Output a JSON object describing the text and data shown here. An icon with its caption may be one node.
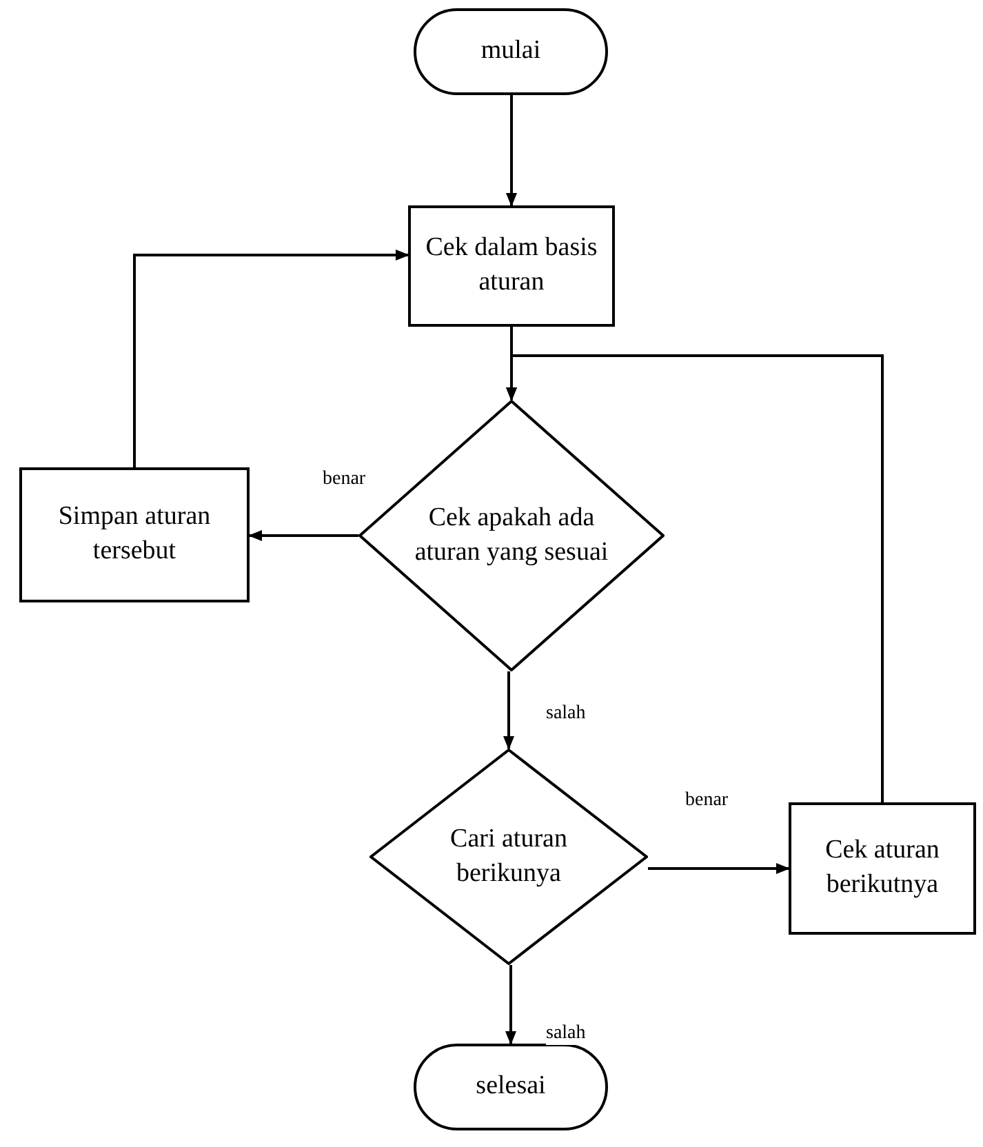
{
  "diagram": {
    "nodes": [
      {
        "text": [
          "mulai"
        ]
      },
      {
        "text": [
          "Cek dalam basis aturan"
        ]
      },
      {
        "text": [
          "Cek apakah ada aturan yang sesuai"
        ]
      },
      {
        "text": [
          "Simpan aturan tersebut"
        ]
      },
      {
        "text": [
          "Cari aturan berikunya"
        ]
      },
      {
        "text": [
          "Cek aturan berikutnya"
        ]
      },
      {
        "text": [
          "selesai"
        ]
      }
    ],
    "edges": [
      {
        "from": 0,
        "to": 1,
        "arrow": "to"
      },
      {
        "from": 1,
        "to": 2,
        "arrow": "to"
      },
      {
        "from": 2,
        "to": 3,
        "arrow": "to",
        "label": "benar"
      },
      {
        "from": 3,
        "to": 1,
        "arrow": "to"
      },
      {
        "from": 2,
        "to": 4,
        "arrow": "to",
        "label": "salah"
      },
      {
        "from": 4,
        "to": 5,
        "arrow": "to",
        "label": "benar"
      },
      {
        "from": 5,
        "to": 2,
        "arrow": "to"
      },
      {
        "from": 4,
        "to": 6,
        "arrow": "to",
        "label": "salah"
      }
    ]
  }
}
